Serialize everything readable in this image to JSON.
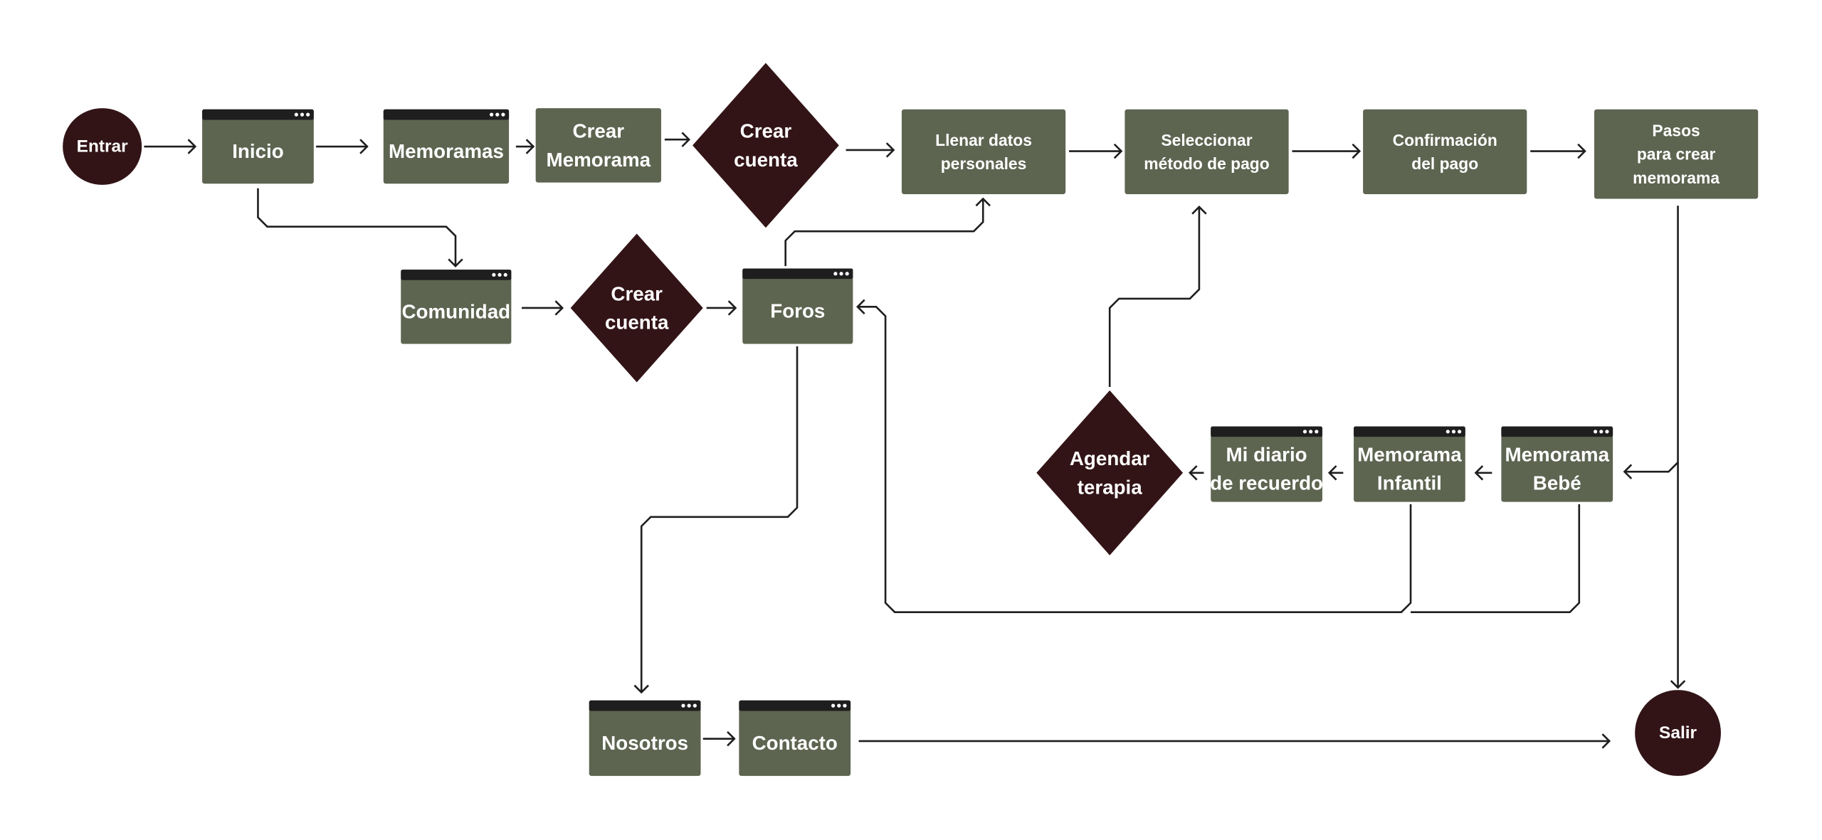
{
  "diagram": {
    "colors": {
      "screen": "#5d6450",
      "titlebar": "#1e1e1e",
      "terminal": "#321417",
      "decision": "#321417",
      "text": "#ffffff",
      "edge": "#1e1e1e"
    },
    "nodes": [
      {
        "id": "entrar",
        "type": "terminal",
        "lines": [
          "Entrar"
        ]
      },
      {
        "id": "inicio",
        "type": "screen",
        "lines": [
          "Inicio"
        ]
      },
      {
        "id": "memoramas",
        "type": "screen",
        "lines": [
          "Memoramas"
        ]
      },
      {
        "id": "crear_memorama",
        "type": "process",
        "lines": [
          "Crear",
          "Memorama"
        ]
      },
      {
        "id": "crear_cuenta_1",
        "type": "decision",
        "lines": [
          "Crear",
          "cuenta"
        ]
      },
      {
        "id": "llenar_datos",
        "type": "process",
        "lines": [
          "Llenar datos",
          "personales"
        ]
      },
      {
        "id": "seleccionar_pago",
        "type": "process",
        "lines": [
          "Seleccionar",
          "método de pago"
        ]
      },
      {
        "id": "confirmacion",
        "type": "process",
        "lines": [
          "Confirmación",
          "del pago"
        ]
      },
      {
        "id": "pasos",
        "type": "process",
        "lines": [
          "Pasos",
          "para crear",
          "memorama"
        ]
      },
      {
        "id": "comunidad",
        "type": "screen",
        "lines": [
          "Comunidad"
        ]
      },
      {
        "id": "crear_cuenta_2",
        "type": "decision",
        "lines": [
          "Crear",
          "cuenta"
        ]
      },
      {
        "id": "foros",
        "type": "screen",
        "lines": [
          "Foros"
        ]
      },
      {
        "id": "agendar",
        "type": "decision",
        "lines": [
          "Agendar",
          "terapia"
        ]
      },
      {
        "id": "mi_diario",
        "type": "screen",
        "lines": [
          "Mi diario",
          "de recuerdo"
        ]
      },
      {
        "id": "memorama_infantil",
        "type": "screen",
        "lines": [
          "Memorama",
          "Infantil"
        ]
      },
      {
        "id": "memorama_bebe",
        "type": "screen",
        "lines": [
          "Memorama",
          "Bebé"
        ]
      },
      {
        "id": "nosotros",
        "type": "screen",
        "lines": [
          "Nosotros"
        ]
      },
      {
        "id": "contacto",
        "type": "screen",
        "lines": [
          "Contacto"
        ]
      },
      {
        "id": "salir",
        "type": "terminal",
        "lines": [
          "Salir"
        ]
      }
    ],
    "edges": [
      [
        "entrar",
        "inicio"
      ],
      [
        "inicio",
        "memoramas"
      ],
      [
        "memoramas",
        "crear_memorama"
      ],
      [
        "crear_memorama",
        "crear_cuenta_1"
      ],
      [
        "crear_cuenta_1",
        "llenar_datos"
      ],
      [
        "llenar_datos",
        "seleccionar_pago"
      ],
      [
        "seleccionar_pago",
        "confirmacion"
      ],
      [
        "confirmacion",
        "pasos"
      ],
      [
        "inicio",
        "comunidad"
      ],
      [
        "comunidad",
        "crear_cuenta_2"
      ],
      [
        "crear_cuenta_2",
        "foros"
      ],
      [
        "foros",
        "llenar_datos"
      ],
      [
        "pasos",
        "memorama_bebe"
      ],
      [
        "memorama_bebe",
        "memorama_infantil"
      ],
      [
        "memorama_infantil",
        "mi_diario"
      ],
      [
        "mi_diario",
        "agendar"
      ],
      [
        "agendar",
        "seleccionar_pago"
      ],
      [
        "memorama_infantil",
        "foros"
      ],
      [
        "memorama_bebe",
        "foros"
      ],
      [
        "foros",
        "nosotros"
      ],
      [
        "nosotros",
        "contacto"
      ],
      [
        "contacto",
        "salir"
      ],
      [
        "pasos",
        "salir"
      ]
    ]
  }
}
